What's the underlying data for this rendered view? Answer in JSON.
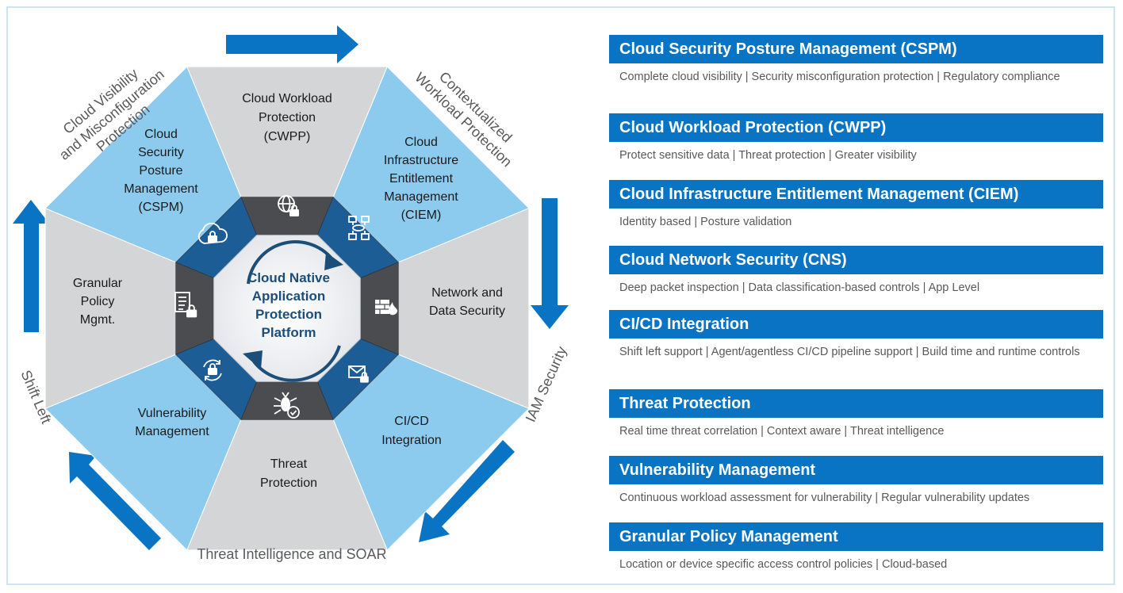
{
  "diagram": {
    "center_label": [
      "Cloud Native",
      "Application",
      "Protection",
      "Platform"
    ],
    "segments": [
      {
        "key": "cwpp",
        "label": [
          "Cloud Workload",
          "Protection",
          "(CWPP)"
        ],
        "icon": "globe-lock-icon"
      },
      {
        "key": "ciem",
        "label": [
          "Cloud",
          "Infrastructure",
          "Entitlement",
          "Management",
          "(CIEM)"
        ],
        "icon": "network-cloud-icon"
      },
      {
        "key": "network",
        "label": [
          "Network and",
          "Data Security"
        ],
        "icon": "firewall-flame-icon"
      },
      {
        "key": "cicd",
        "label": [
          "CI/CD",
          "Integration"
        ],
        "icon": "mail-lock-icon"
      },
      {
        "key": "threat",
        "label": [
          "Threat",
          "Protection"
        ],
        "icon": "bug-check-icon"
      },
      {
        "key": "vuln",
        "label": [
          "Vulnerability",
          "Management"
        ],
        "icon": "refresh-lock-icon"
      },
      {
        "key": "policy",
        "label": [
          "Granular",
          "Policy",
          "Mgmt."
        ],
        "icon": "document-lock-icon"
      },
      {
        "key": "cspm",
        "label": [
          "Cloud",
          "Security",
          "Posture",
          "Management",
          "(CSPM)"
        ],
        "icon": "cloud-lock-icon"
      }
    ],
    "outer_labels": {
      "top_left": [
        "Cloud Visibility",
        "and Misconfiguration",
        "Protection"
      ],
      "top_right": [
        "Contextualized",
        "Workload Protection"
      ],
      "right": "IAM Security",
      "bottom": "Threat Intelligence and SOAR",
      "left": "Shift Left"
    },
    "colors": {
      "light_blue": "#8ccbee",
      "light_gray": "#d4d5d7",
      "dark_blue": "#1d5d96",
      "dark_gray": "#4a4c4f",
      "accent_blue": "#0a74c4",
      "center_text": "#1b4f7a"
    }
  },
  "cards": [
    {
      "title": "Cloud Security Posture Management (CSPM)",
      "description": "Complete cloud visibility | Security misconfiguration protection | Regulatory compliance"
    },
    {
      "title": "Cloud Workload Protection (CWPP)",
      "description": "Protect sensitive data | Threat protection | Greater visibility"
    },
    {
      "title": "Cloud Infrastructure Entitlement Management (CIEM)",
      "description": "Identity based | Posture validation"
    },
    {
      "title": "Cloud Network Security (CNS)",
      "description": "Deep packet inspection | Data classification-based controls | App Level"
    },
    {
      "title": "CI/CD Integration",
      "description": "Shift left support | Agent/agentless CI/CD pipeline support | Build time and runtime controls"
    },
    {
      "title": "Threat Protection",
      "description": "Real time threat correlation | Context aware | Threat intelligence"
    },
    {
      "title": "Vulnerability Management",
      "description": "Continuous workload assessment for vulnerability | Regular vulnerability updates"
    },
    {
      "title": "Granular Policy Management",
      "description": "Location or device specific access control policies | Cloud-based"
    }
  ]
}
